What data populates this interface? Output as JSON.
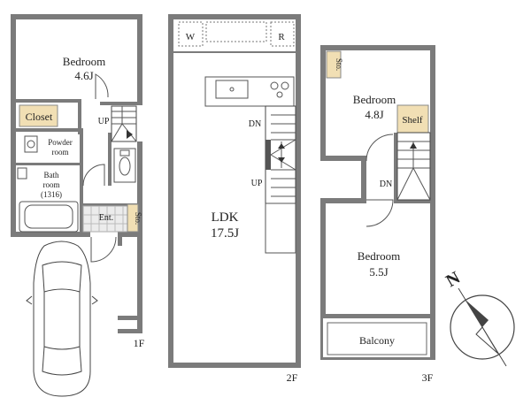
{
  "floor_1": {
    "floor_label": "1F",
    "rooms": {
      "bedroom_name": "Bedroom",
      "bedroom_size": "4.6J",
      "closet": "Closet",
      "powder_room_line1": "Powder",
      "powder_room_line2": "room",
      "bath_line1": "Bath",
      "bath_line2": "room",
      "bath_line3": "(1316)",
      "entrance": "Ent.",
      "storage": "Sto."
    },
    "stair_up": "UP"
  },
  "floor_2": {
    "floor_label": "2F",
    "ldk_name": "LDK",
    "ldk_size": "17.5J",
    "washer_mark": "W",
    "fridge_mark": "R",
    "stair_down": "DN",
    "stair_up": "UP"
  },
  "floor_3": {
    "floor_label": "3F",
    "storage": "Sto.",
    "bedroom_north_name": "Bedroom",
    "bedroom_north_size": "4.8J",
    "shelf": "Shelf",
    "stair_down": "DN",
    "bedroom_south_name": "Bedroom",
    "bedroom_south_size": "5.5J",
    "balcony": "Balcony"
  },
  "compass": {
    "label": "N"
  },
  "colors": {
    "wall": "#7b7b7b",
    "storage_fill": "#f1dfb4",
    "tile": "#e8e8e8"
  }
}
